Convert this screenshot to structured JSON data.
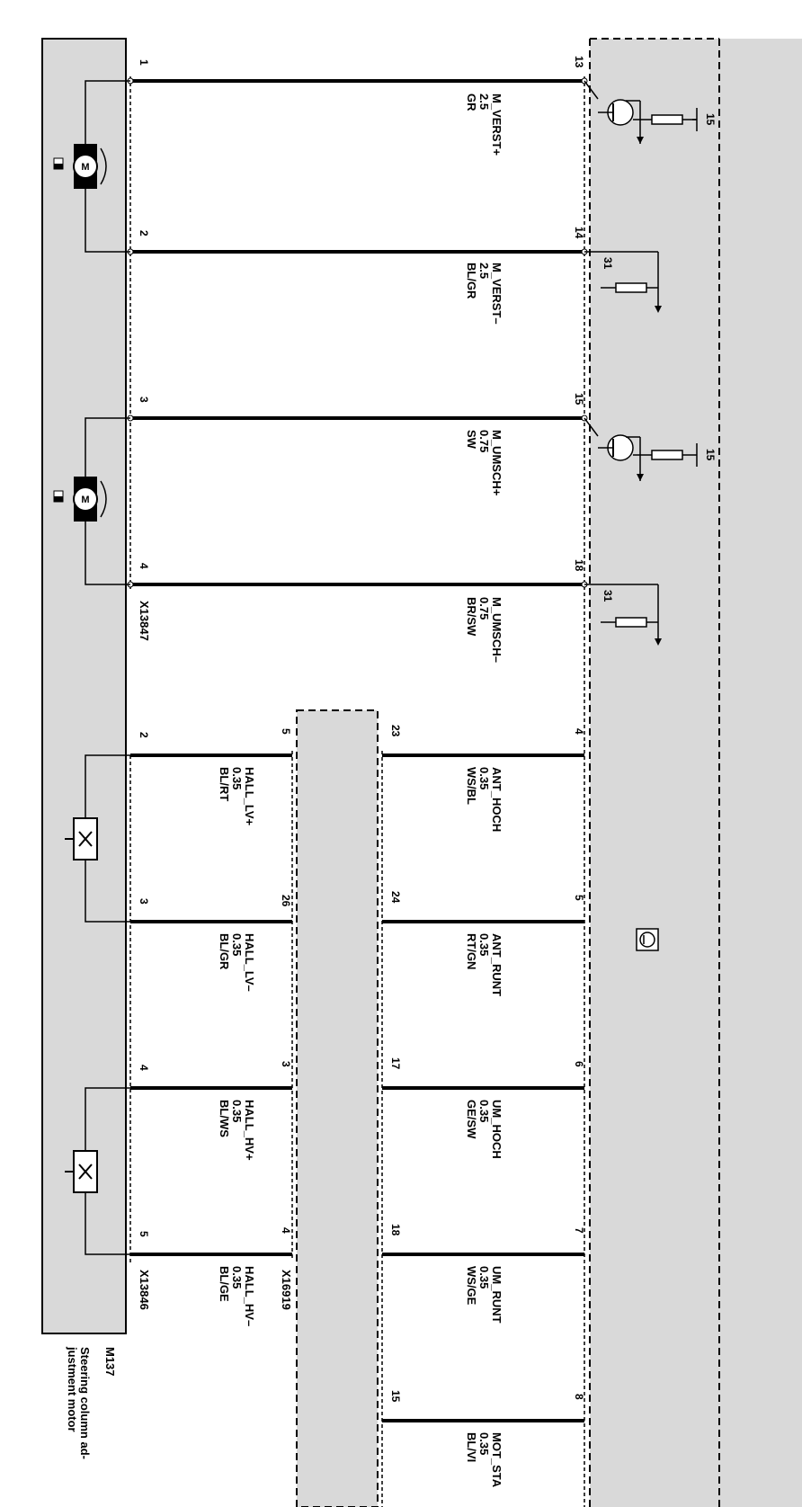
{
  "component": {
    "id": "M137",
    "description_line1": "Steering column ad-",
    "description_line2": "justment motor"
  },
  "connectors": {
    "upper_left": "X13847",
    "lower_left": "X13846",
    "middle": "X16919"
  },
  "ground_label": "31",
  "supply_label": "15",
  "wires": [
    {
      "pinL": "1",
      "pinR": "13",
      "name": "M_VERST+",
      "size": "2.5",
      "color": "GR"
    },
    {
      "pinL": "2",
      "pinR": "14",
      "name": "M_VERST–",
      "size": "2.5",
      "color": "BL/GR"
    },
    {
      "pinL": "3",
      "pinR": "15",
      "name": "M_UMSCH+",
      "size": "0.75",
      "color": "SW"
    },
    {
      "pinL": "4",
      "pinR": "18",
      "name": "M_UMSCH–",
      "size": "0.75",
      "color": "BR/SW"
    }
  ],
  "hall_wires": [
    {
      "pinL": "2",
      "pinM": "5",
      "name": "HALL_LV+",
      "size": "0.35",
      "color": "BL/RT"
    },
    {
      "pinL": "3",
      "pinM": "26",
      "name": "HALL_LV–",
      "size": "0.35",
      "color": "BL/GR"
    },
    {
      "pinL": "4",
      "pinM": "3",
      "name": "HALL_HV+",
      "size": "0.35",
      "color": "BL/WS"
    },
    {
      "pinL": "5",
      "pinM": "4",
      "name": "HALL_HV–",
      "size": "0.35",
      "color": "BL/GE"
    }
  ],
  "module_wires": [
    {
      "pinM": "23",
      "pinR": "4",
      "name": "ANT_HOCH",
      "size": "0.35",
      "color": "WS/BL"
    },
    {
      "pinM": "24",
      "pinR": "5",
      "name": "ANT_RUNT",
      "size": "0.35",
      "color": "RT/GN"
    },
    {
      "pinM": "17",
      "pinR": "6",
      "name": "UM_HOCH",
      "size": "0.35",
      "color": "GE/SW"
    },
    {
      "pinM": "18",
      "pinR": "7",
      "name": "UM_RUNT",
      "size": "0.35",
      "color": "WS/GE"
    },
    {
      "pinM": "15",
      "pinR": "8",
      "name": "MOT_STA",
      "size": "0.35",
      "color": "BL/VI"
    }
  ]
}
